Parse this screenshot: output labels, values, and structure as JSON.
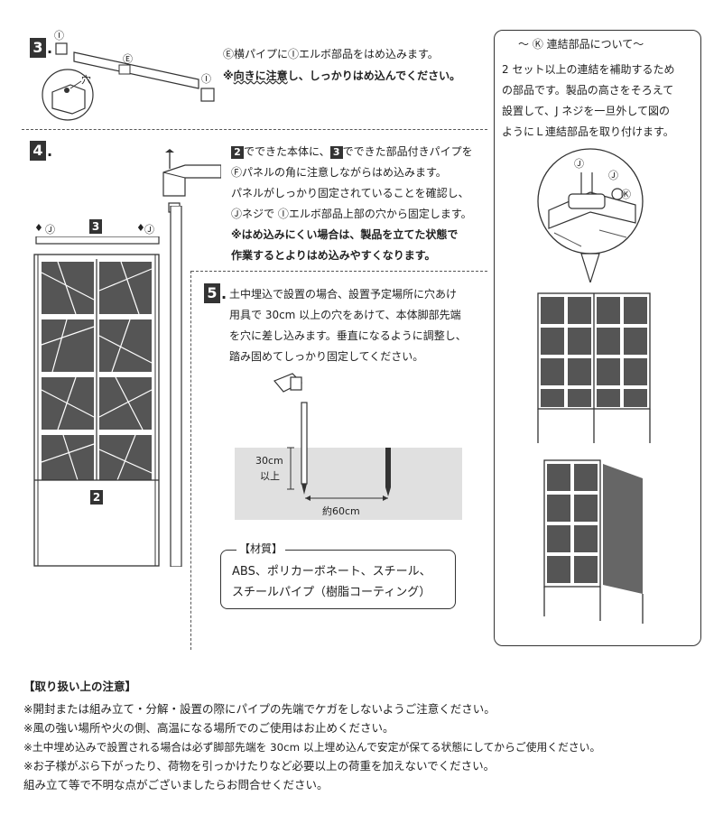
{
  "step3": {
    "num": "3",
    "label_e": "Ⓔ",
    "label_i_top": "Ⓘ",
    "label_i_right": "Ⓘ",
    "label_hole": "穴",
    "line1": "Ⓔ横パイプにⒾエルボ部品をはめ込みます。",
    "line2_prefix": "※",
    "line2_em": "向きに注意",
    "line2_rest": "し、しっかりはめ込んでください。"
  },
  "step4": {
    "num": "4",
    "ref2": "2",
    "ref3": "3",
    "line1_a": "でできた本体に、",
    "line1_b": "でできた部品付きパイプを",
    "line2": "Ⓕパネルの角に注意しながらはめ込みます。",
    "line3": "パネルがしっかり固定されていることを確認し、",
    "line4": "Ⓙネジで Ⓘエルボ部品上部の穴から固定します。",
    "line5": "※はめ込みにくい場合は、製品を立てた状態で",
    "line6": "作業するとよりはめ込みやすくなります。",
    "label_j_left": "Ⓙ",
    "label_j_right": "Ⓙ",
    "label_3": "3",
    "label_2": "2"
  },
  "step5": {
    "num": "5",
    "line1": "土中埋込で設置の場合、設置予定場所に穴あけ",
    "line2": "用具で 30cm 以上の穴をあけて、本体脚部先端",
    "line3": "を穴に差し込みます。垂直になるように調整し、",
    "line4": "踏み固めてしっかり固定してください。",
    "depth_label_1": "30cm",
    "depth_label_2": "以上",
    "width_label": "約60cm"
  },
  "materials": {
    "title": "【材質】",
    "line1": "ABS、ポリカーボネート、スチール、",
    "line2": "スチールパイプ（樹脂コーティング）"
  },
  "connector": {
    "title": "～ Ⓚ 連結部品について～",
    "line1": "2 セット以上の連結を補助するため",
    "line2": "の部品です。製品の高さをそろえて",
    "line3": "設置して、J ネジを一旦外して図の",
    "line4": "ようにＬ連結部品を取り付けます。",
    "label_j1": "Ⓙ",
    "label_j2": "Ⓙ",
    "label_k": "Ⓚ"
  },
  "caution": {
    "title": "【取り扱い上の注意】",
    "lines": [
      "※開封または組み立て・分解・設置の際にパイプの先端でケガをしないようご注意ください。",
      "※風の強い場所や火の側、高温になる場所でのご使用はお止めください。",
      "※土中埋め込みで設置される場合は必ず脚部先端を 30cm 以上埋め込んで安定が保てる状態にしてからご使用ください。",
      "※お子様がぶら下がったり、荷物を引っかけたりなど必要以上の荷重を加えないでください。",
      "組み立て等で不明な点がございましたらお問合せください。"
    ]
  }
}
